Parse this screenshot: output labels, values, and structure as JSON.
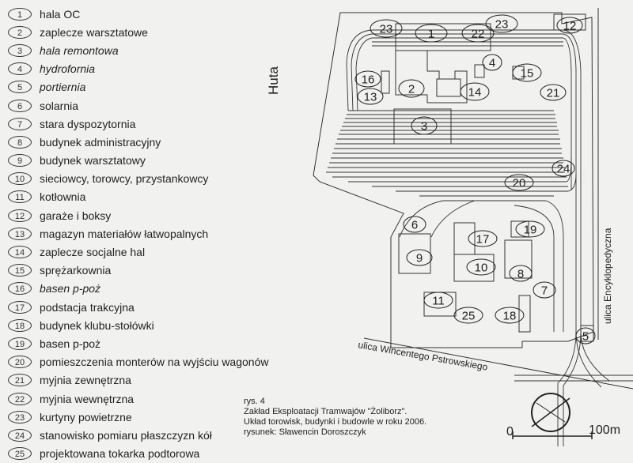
{
  "legend": [
    {
      "num": "1",
      "label": "hala OC"
    },
    {
      "num": "2",
      "label": "zaplecze warsztatowe"
    },
    {
      "num": "3",
      "label": "hala remontowa"
    },
    {
      "num": "4",
      "label": "hydrofornia"
    },
    {
      "num": "5",
      "label": "portiernia"
    },
    {
      "num": "6",
      "label": "solarnia"
    },
    {
      "num": "7",
      "label": "stara dyspozytornia"
    },
    {
      "num": "8",
      "label": "budynek administracyjny"
    },
    {
      "num": "9",
      "label": "budynek warsztatowy"
    },
    {
      "num": "10",
      "label": "sieciowcy, torowcy, przystankowcy"
    },
    {
      "num": "11",
      "label": "kotłownia"
    },
    {
      "num": "12",
      "label": "garaże i boksy"
    },
    {
      "num": "13",
      "label": "magazyn materiałów łatwopalnych"
    },
    {
      "num": "14",
      "label": "zaplecze socjalne hal"
    },
    {
      "num": "15",
      "label": "sprężarkownia"
    },
    {
      "num": "16",
      "label": "basen p-poż"
    },
    {
      "num": "17",
      "label": "podstacja trakcyjna"
    },
    {
      "num": "18",
      "label": "budynek klubu-stołówki"
    },
    {
      "num": "19",
      "label": "basen p-poż"
    },
    {
      "num": "20",
      "label": "pomieszczenia monterów na wyjściu wagonów"
    },
    {
      "num": "21",
      "label": "myjnia zewnętrzna"
    },
    {
      "num": "22",
      "label": "myjnia wewnętrzna"
    },
    {
      "num": "23",
      "label": "kurtyny powietrzne"
    },
    {
      "num": "24",
      "label": "stanowisko pomiaru płaszczyzn kół"
    },
    {
      "num": "25",
      "label": "projektowana tokarka podtorowa"
    }
  ],
  "map": {
    "neighbor_label": "Huta",
    "street_east": "ulica Encyklopedyczna",
    "street_south": "ulica Wincentego Pstrowskiego",
    "markers": {
      "m1": "1",
      "m2": "2",
      "m3": "3",
      "m4": "4",
      "m5": "5",
      "m6": "6",
      "m7": "7",
      "m8": "8",
      "m9": "9",
      "m10": "10",
      "m11": "11",
      "m12": "12",
      "m13": "13",
      "m14": "14",
      "m15": "15",
      "m16": "16",
      "m17": "17",
      "m18": "18",
      "m19": "19",
      "m20": "20",
      "m21": "21",
      "m22": "22",
      "m23a": "23",
      "m23b": "23",
      "m24": "24",
      "m25": "25"
    }
  },
  "caption": {
    "figure": "rys. 4",
    "line1": "Zakład Eksploatacji Tramwajów \"Żoliborz\".",
    "line2": "Układ torowisk, budynki i budowle w roku 2006.",
    "line3": "rysunek: Sławencin Doroszczyk"
  },
  "scale": {
    "start": "0",
    "end": "100m"
  }
}
